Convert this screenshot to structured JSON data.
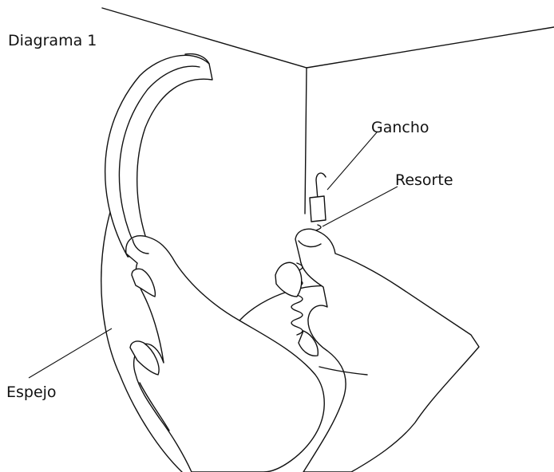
{
  "diagram": {
    "title": "Diagrama 1",
    "labels": {
      "hook": "Gancho",
      "spring": "Resorte",
      "mirror": "Espejo"
    }
  }
}
